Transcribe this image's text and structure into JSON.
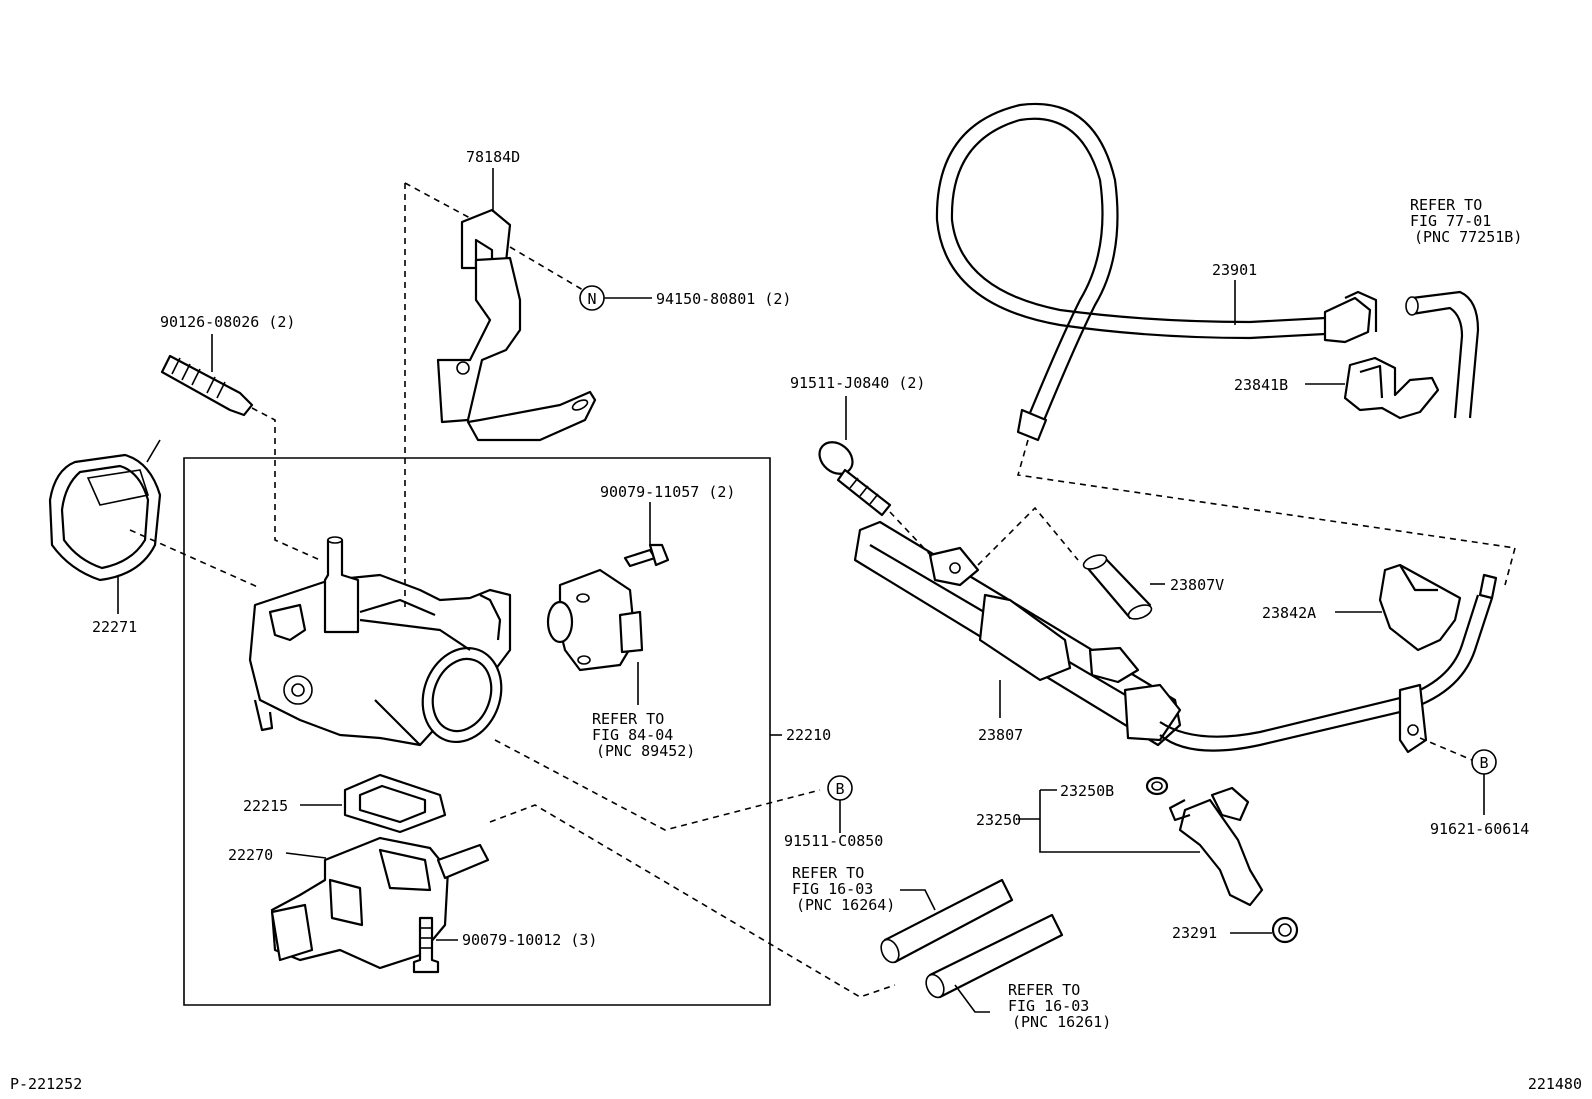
{
  "footer": {
    "left_code": "P-221252",
    "right_code": "221480"
  },
  "labels": {
    "p78184D": "78184D",
    "p94150": "94150-80801 (2)",
    "p90126": "90126-08026 (2)",
    "p22271": "22271",
    "p90079_11057": "90079-11057 (2)",
    "refer_84_1": "REFER TO",
    "refer_84_2": "FIG 84-04",
    "refer_84_3": "(PNC 89452)",
    "p22210": "22210",
    "p22215": "22215",
    "p22270": "22270",
    "p90079_10012": "90079-10012 (3)",
    "p91511_C0850": "91511-C0850",
    "refer_16a_1": "REFER TO",
    "refer_16a_2": "FIG 16-03",
    "refer_16a_3": "(PNC 16264)",
    "refer_16b_1": "REFER TO",
    "refer_16b_2": "FIG 16-03",
    "refer_16b_3": "(PNC 16261)",
    "p91511_J0840": "91511-J0840 (2)",
    "p23807V": "23807V",
    "p23807": "23807",
    "p23901": "23901",
    "refer_77_1": "REFER TO",
    "refer_77_2": "FIG 77-01",
    "refer_77_3": "(PNC 77251B)",
    "p23841B": "23841B",
    "p23842A": "23842A",
    "p23250B": "23250B",
    "p23250": "23250",
    "p23291": "23291",
    "p91621": "91621-60614",
    "marker_n": "N",
    "marker_b1": "B",
    "marker_b2": "B"
  }
}
